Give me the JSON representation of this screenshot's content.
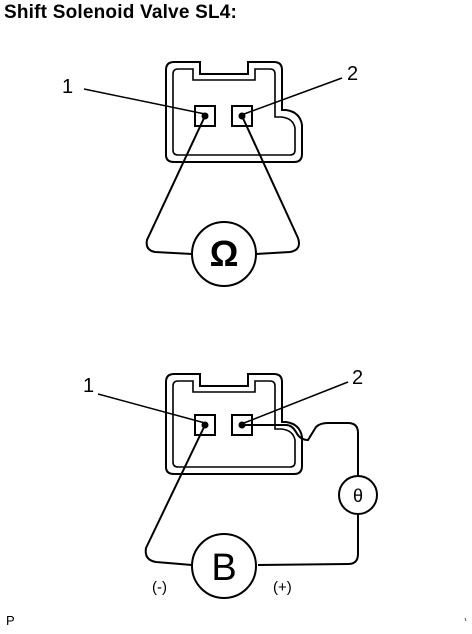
{
  "title": "Shift Solenoid Valve SL4:",
  "diagram_top": {
    "pin1_label": "1",
    "pin2_label": "2",
    "meter_symbol": "Ω"
  },
  "diagram_bottom": {
    "pin1_label": "1",
    "pin2_label": "2",
    "battery_symbol": "B",
    "negative_label": "(-)",
    "positive_label": "(+)",
    "lamp_symbol": "θ"
  },
  "footer": {
    "code": "P"
  },
  "colors": {
    "line": "#000000",
    "background": "#ffffff"
  }
}
